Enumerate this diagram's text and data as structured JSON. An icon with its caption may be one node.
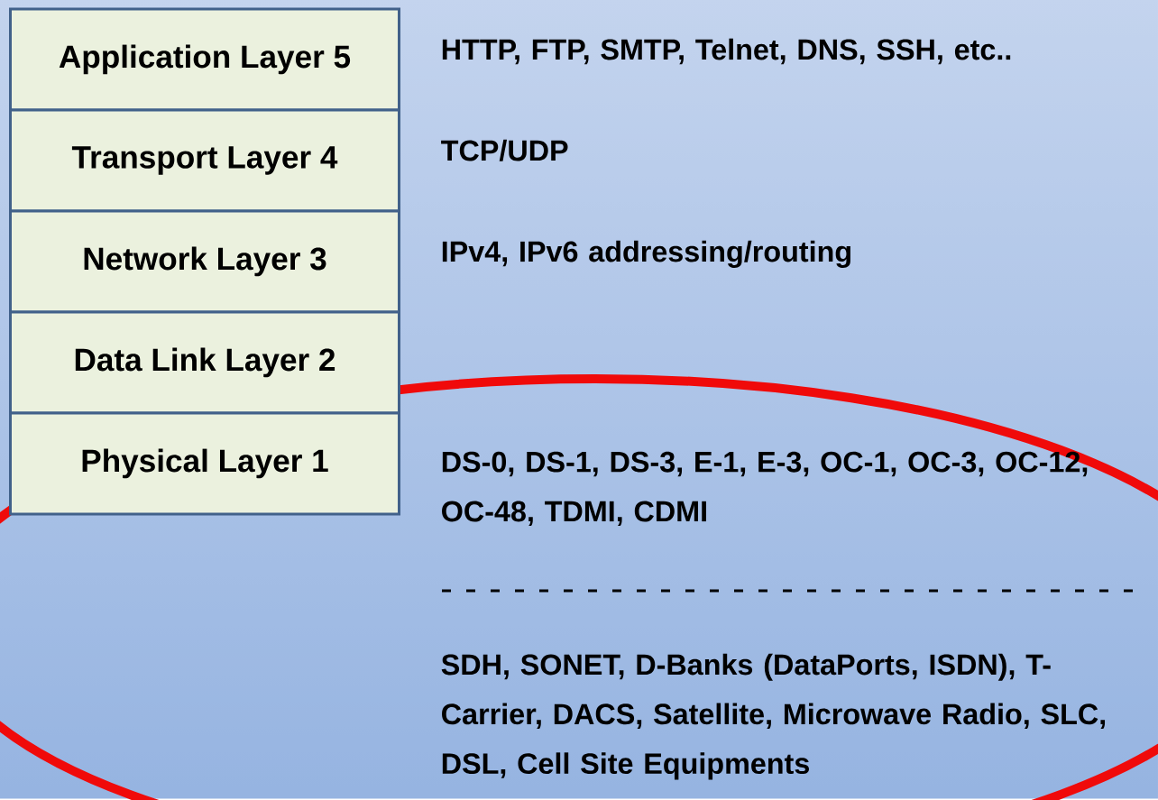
{
  "diagram": {
    "nodes": [
      {
        "text": [
          "Application Layer 5"
        ],
        "beside": [
          "HTTP, FTP, SMTP, Telnet, DNS, SSH, etc.."
        ]
      },
      {
        "text": [
          "Transport Layer 4"
        ],
        "beside": [
          "TCP/UDP"
        ]
      },
      {
        "text": [
          "Network Layer 3"
        ],
        "beside": [
          "IPv4, IPv6 addressing/routing"
        ]
      },
      {
        "text": [
          "Data Link Layer 2"
        ]
      },
      {
        "text": [
          "Physical Layer 1"
        ],
        "beside": [
          "DS-0, DS-1, DS-3, E-1, E-3, OC-1, OC-3, OC-12, OC-48, TDMI, CDMI"
        ]
      }
    ],
    "labels": [
      "SDH, SONET, D-Banks (DataPorts, ISDN), T-Carrier, DACS, Satellite,  Microwave Radio, SLC, DSL, Cell Site Equipments"
    ]
  }
}
